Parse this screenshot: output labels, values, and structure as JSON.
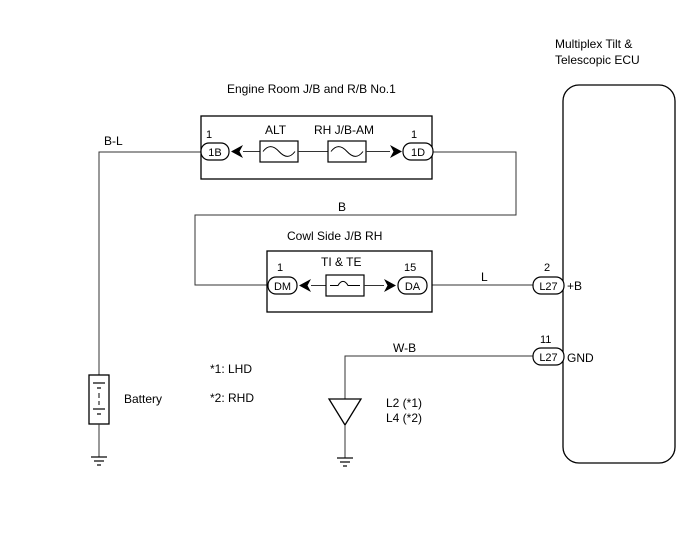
{
  "ecu": {
    "title_line1": "Multiplex Tilt &",
    "title_line2": "Telescopic ECU"
  },
  "engine_room_jb": {
    "title": "Engine Room J/B and R/B No.1",
    "fuse1": "ALT",
    "fuse2": "RH J/B-AM",
    "left_pin_num": "1",
    "left_connector": "1B",
    "right_pin_num": "1",
    "right_connector": "1D"
  },
  "cowl_side_jb": {
    "title": "Cowl Side J/B RH",
    "fuse": "TI & TE",
    "left_pin_num": "1",
    "left_connector": "DM",
    "right_pin_num": "15",
    "right_connector": "DA"
  },
  "wires": {
    "battery_lead": "B-L",
    "jb_link": "B",
    "power_feed": "L",
    "ground_lead": "W-B"
  },
  "ecu_pins": {
    "power": {
      "pin": "2",
      "connector": "L27",
      "terminal": "+B"
    },
    "ground": {
      "pin": "11",
      "connector": "L27",
      "terminal": "GND"
    }
  },
  "battery_label": "Battery",
  "ground_point": {
    "line1": "L2 (*1)",
    "line2": "L4 (*2)"
  },
  "notes": [
    "*1: LHD",
    "*2: RHD"
  ]
}
